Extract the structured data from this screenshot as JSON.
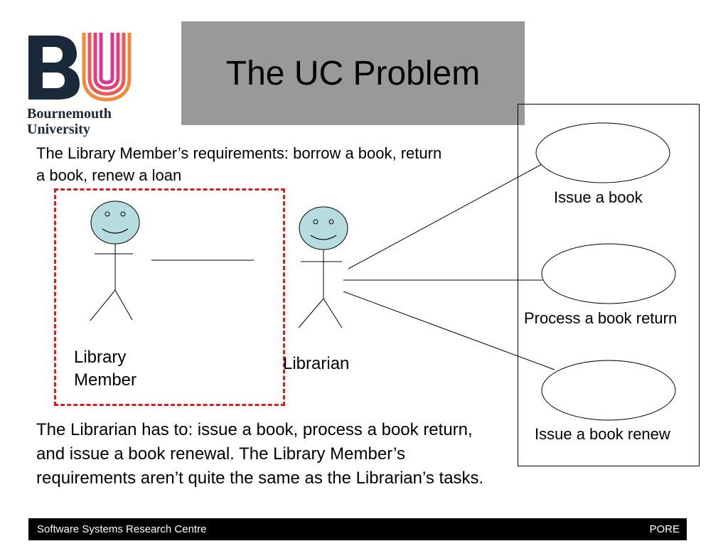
{
  "logo": {
    "line1": "Bournemouth",
    "line2": "University",
    "letters": "BU",
    "colors": {
      "b": "#1b2a3a",
      "u": "#e83e73"
    }
  },
  "slide": {
    "title": "The UC Problem",
    "requirements_text": "The Library Member’s requirements: borrow a book, return a book, renew a loan",
    "body_text": "The Librarian has to: issue a book, process a book return, and issue a book renewal. The Library Member’s requirements aren’t quite the same as the Librarian’s tasks."
  },
  "diagram": {
    "actors": [
      {
        "id": "member",
        "label": "Library\nMember",
        "head_color": "#b7dce0"
      },
      {
        "id": "librarian",
        "label": "Librarian",
        "head_color": "#b7dce0"
      }
    ],
    "use_cases": [
      {
        "id": "uc1",
        "label": "Issue a book"
      },
      {
        "id": "uc2",
        "label": "Process a book return"
      },
      {
        "id": "uc3",
        "label": "Issue a book renew"
      }
    ],
    "highlight_color": "#e5191d"
  },
  "footer": {
    "left": "Software Systems Research Centre",
    "right": "PORE"
  }
}
